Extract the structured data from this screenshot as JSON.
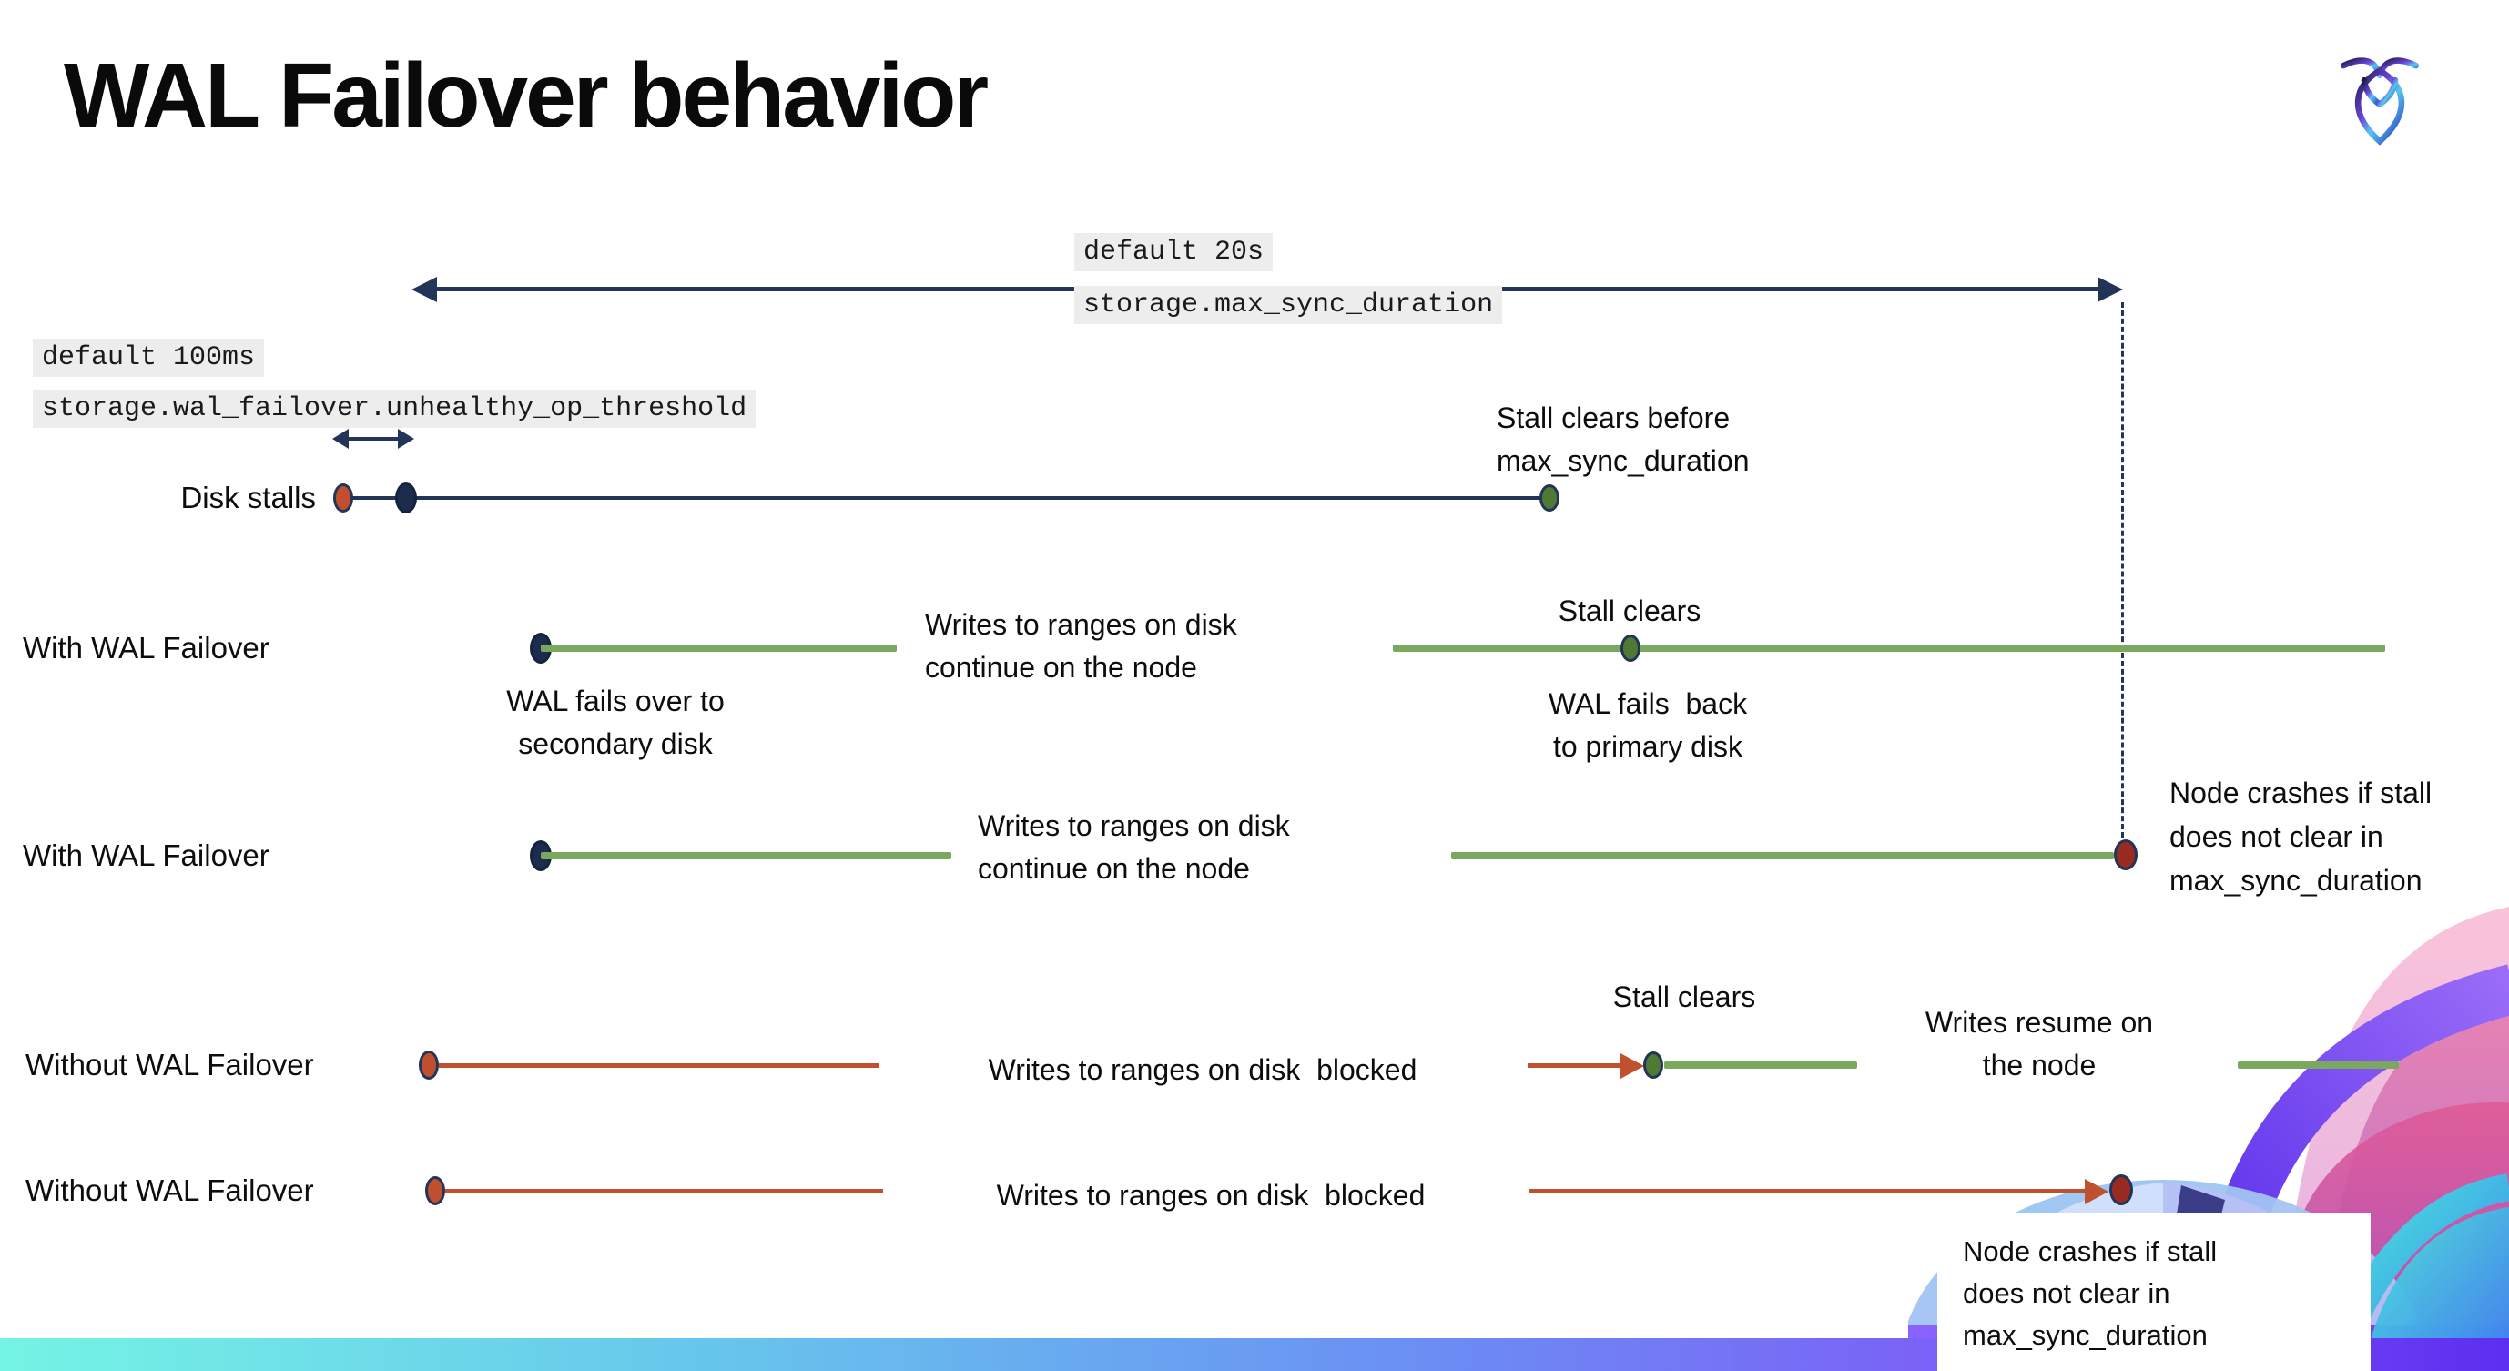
{
  "slide": {
    "title": "WAL Failover behavior"
  },
  "colors": {
    "navy": "#223457",
    "green_line": "#7aa85f",
    "green_dot": "#4e7a34",
    "orange_red": "#bf4f2e",
    "dark_red": "#992b21",
    "code_label_bg": "#ededed",
    "bottom_bar_gradient": [
      "#74f4e4",
      "#6a92f3",
      "#5d2ef0"
    ]
  },
  "config_annotations": {
    "max_sync_duration": {
      "default_label": "default 20s",
      "setting": "storage.max_sync_duration"
    },
    "unhealthy_op_threshold": {
      "default_label": "default 100ms",
      "setting": "storage.wal_failover.unhealthy_op_threshold"
    }
  },
  "rows": [
    {
      "label": "Disk stalls"
    },
    {
      "label": "With WAL Failover"
    },
    {
      "label": "With WAL Failover"
    },
    {
      "label": "Without WAL Failover"
    },
    {
      "label": "Without WAL Failover"
    }
  ],
  "captions": {
    "stall_clears_before": "Stall clears before\nmax_sync_duration",
    "writes_continue_a": "Writes to ranges on disk\ncontinue on the node",
    "writes_continue_b": "Writes to ranges on disk\ncontinue on the node",
    "wal_fails_over": "WAL fails over to\nsecondary disk",
    "wal_fails_back": "WAL fails  back\nto primary disk",
    "stall_clears_a": "Stall clears",
    "stall_clears_b": "Stall clears",
    "node_crashes_a": "Node crashes if stall\ndoes not clear in\nmax_sync_duration",
    "writes_blocked_a": "Writes to ranges on disk  blocked",
    "writes_blocked_b": "Writes to ranges on disk  blocked",
    "writes_resume": "Writes resume on\nthe node",
    "node_crashes_b": "Node crashes if stall\ndoes not clear in\nmax_sync_duration"
  }
}
